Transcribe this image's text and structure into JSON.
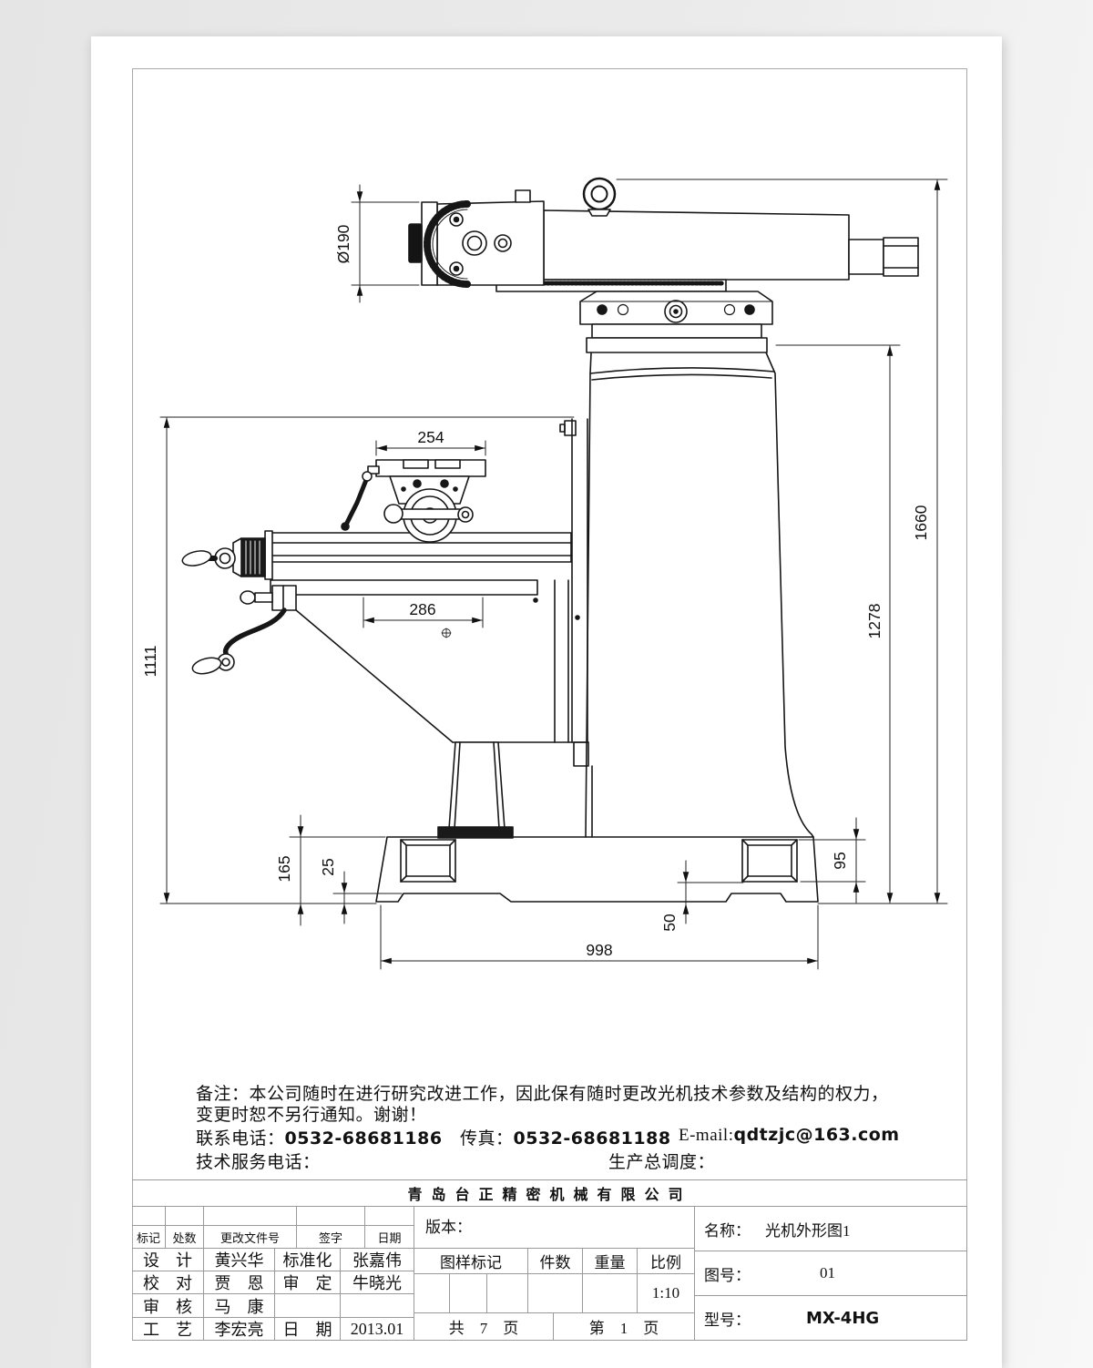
{
  "notes": {
    "line1": "备注：本公司随时在进行研究改进工作，因此保有随时更改光机技术参数及结构的权力，",
    "line2": "变更时恕不另行通知。谢谢！",
    "contact_label": "联系电话：",
    "contact_phone": "0532-68681186",
    "fax_label": "传真：",
    "fax_phone": "0532-68681188",
    "email_label": "E-mail:",
    "email_value": "qdtzjc@163.com",
    "service_label": "技术服务电话：",
    "dispatch_label": "生产总调度："
  },
  "company_name": "青岛台正精密机械有限公司",
  "title_block": {
    "rev_headers": [
      "标记",
      "处数",
      "更改文件号",
      "签字",
      "日期"
    ],
    "sign_rows": [
      {
        "role": "设　计",
        "name": "黄兴华",
        "role2": "标准化",
        "name2": "张嘉伟"
      },
      {
        "role": "校　对",
        "name": "贾　恩",
        "role2": "审　定",
        "name2": "牛晓光"
      },
      {
        "role": "审　核",
        "name": "马　康",
        "role2": "",
        "name2": ""
      },
      {
        "role": "工　艺",
        "name": "李宏亮",
        "role2": "日　期",
        "name2": "2013.01"
      }
    ],
    "version_label": "版本：",
    "mark_header": "图样标记",
    "qty_header": "件数",
    "weight_header": "重量",
    "scale_header": "比例",
    "scale_value": "1:10",
    "pages_total": "共　7　页",
    "page_current": "第　1　页",
    "name_label": "名称：",
    "name_value": "光机外形图1",
    "drawing_no_label": "图号：",
    "drawing_no_value": "01",
    "model_label": "型号：",
    "model_value": "MX-4HG"
  },
  "dimensions": {
    "spindle_dia": "Ø190",
    "vise_width": "254",
    "table_travel": "286",
    "height_left": "1111",
    "base_height": "165",
    "pad_height": "25",
    "foot_height": "50",
    "right_foot": "95",
    "base_width": "998",
    "column_height": "1278",
    "total_height": "1660"
  }
}
